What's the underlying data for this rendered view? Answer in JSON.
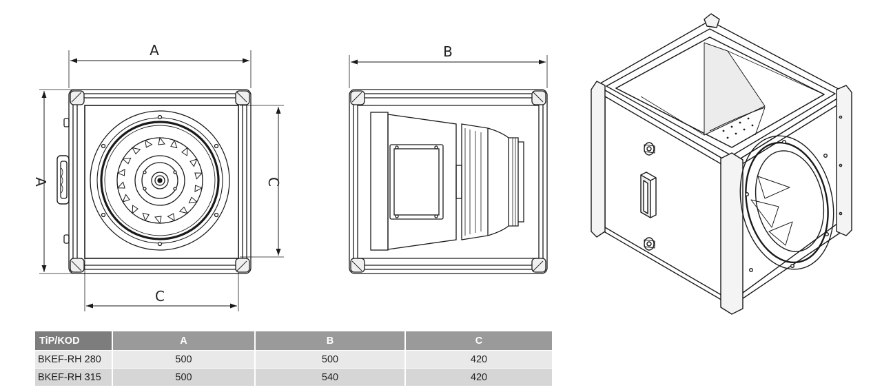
{
  "labels": {
    "front_width": "A",
    "front_height": "A",
    "front_inner_width": "C",
    "front_inner_height": "C",
    "side_depth": "B"
  },
  "table": {
    "headers": [
      "TiP/KOD",
      "A",
      "B",
      "C"
    ],
    "rows": [
      [
        "BKEF-RH 280",
        "500",
        "500",
        "420"
      ],
      [
        "BKEF-RH 315",
        "500",
        "540",
        "420"
      ]
    ]
  },
  "colors": {
    "line": "#1a1a1a",
    "header_bg": "#9a9a9a",
    "header_first_bg": "#7d7d7d",
    "row_even_bg": "#e9e9e9",
    "row_odd_bg": "#d6d6d6"
  }
}
